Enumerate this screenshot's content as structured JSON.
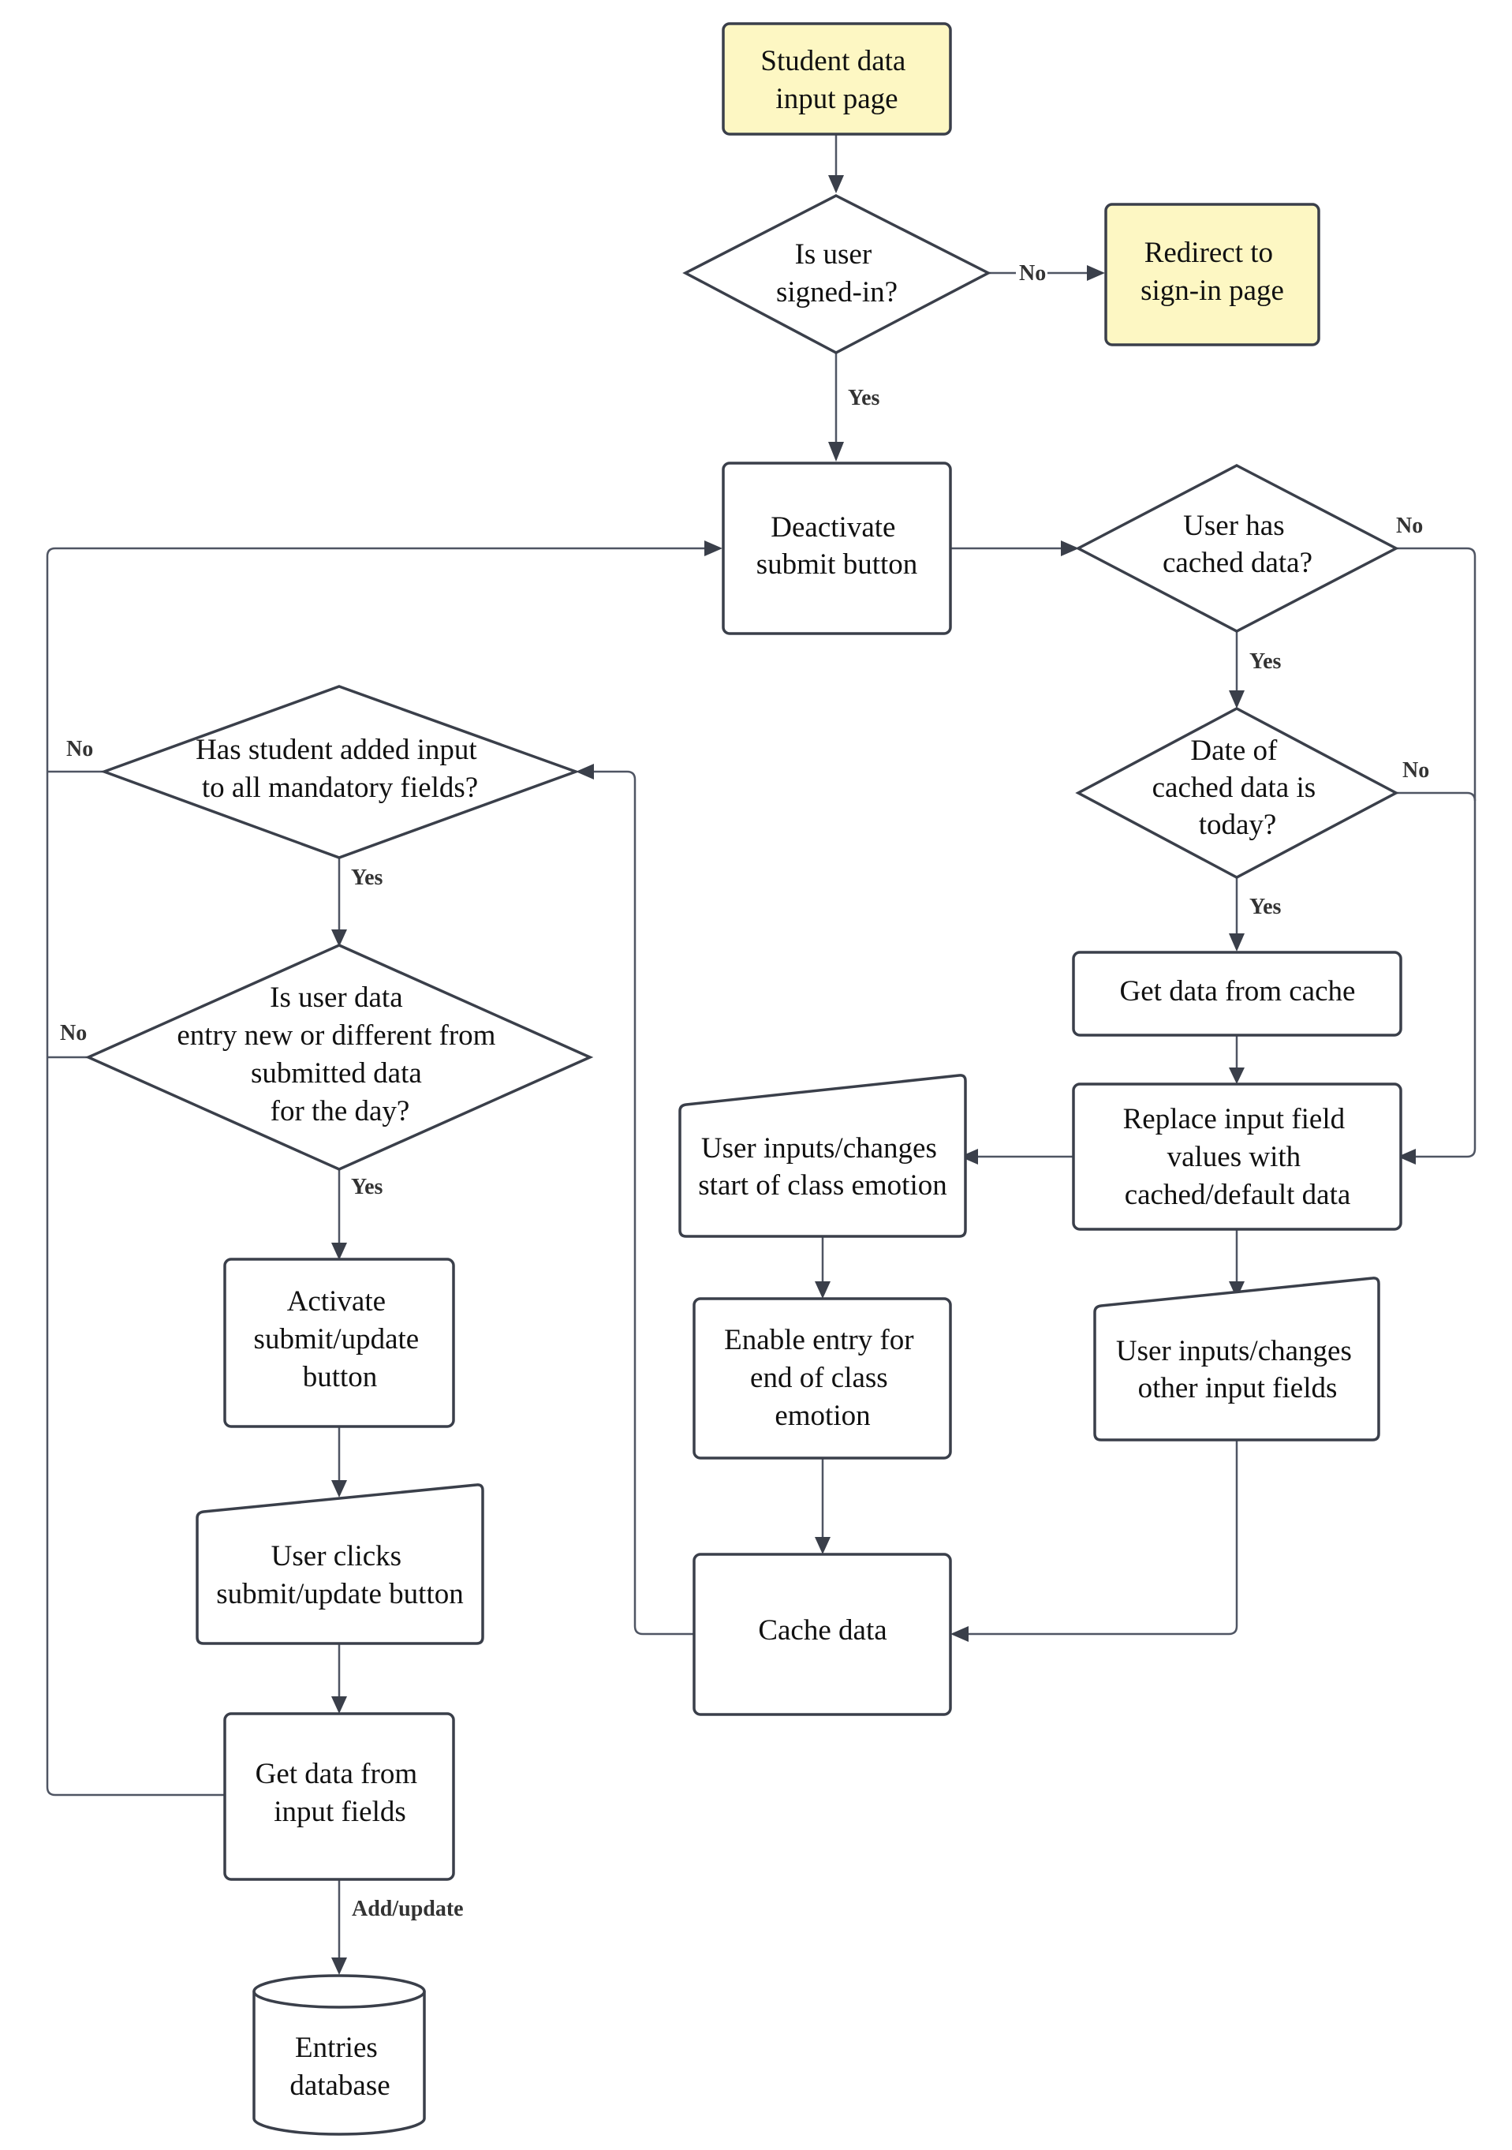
{
  "nodes": {
    "start": [
      "Student data",
      "input page"
    ],
    "signed_in": [
      "Is user",
      "signed-in?"
    ],
    "redirect": [
      "Redirect to",
      "sign-in page"
    ],
    "deactivate": [
      "Deactivate",
      "submit button"
    ],
    "has_cache": [
      "User has",
      "cached data?"
    ],
    "cache_today": [
      "Date of",
      "cached data is",
      "today?"
    ],
    "get_cache": [
      "Get data from cache"
    ],
    "replace_fields": [
      "Replace input field",
      "values with",
      "cached/default data"
    ],
    "start_emotion": [
      "User inputs/changes",
      "start of class emotion"
    ],
    "other_fields": [
      "User inputs/changes",
      "other input fields"
    ],
    "enable_end": [
      "Enable entry for",
      "end of class",
      "emotion"
    ],
    "cache_data": [
      "Cache data"
    ],
    "mandatory": [
      "Has student added input",
      "to all mandatory fields?"
    ],
    "new_entry": [
      "Is user data",
      "entry new or different from",
      "submitted data",
      "for the day?"
    ],
    "activate": [
      "Activate",
      "submit/update",
      "button"
    ],
    "user_clicks": [
      "User clicks",
      "submit/update button"
    ],
    "get_inputs": [
      "Get data from",
      "input fields"
    ],
    "database": [
      "Entries",
      "database"
    ]
  },
  "edge_labels": {
    "signed_no": "No",
    "signed_yes": "Yes",
    "cache_no": "No",
    "cache_yes": "Yes",
    "today_no": "No",
    "today_yes": "Yes",
    "mandatory_no": "No",
    "mandatory_yes": "Yes",
    "new_no": "No",
    "new_yes": "Yes",
    "add_update": "Add/update"
  },
  "colors": {
    "terminal_fill": "#fdf7c3",
    "stroke": "#3a3f4a"
  }
}
